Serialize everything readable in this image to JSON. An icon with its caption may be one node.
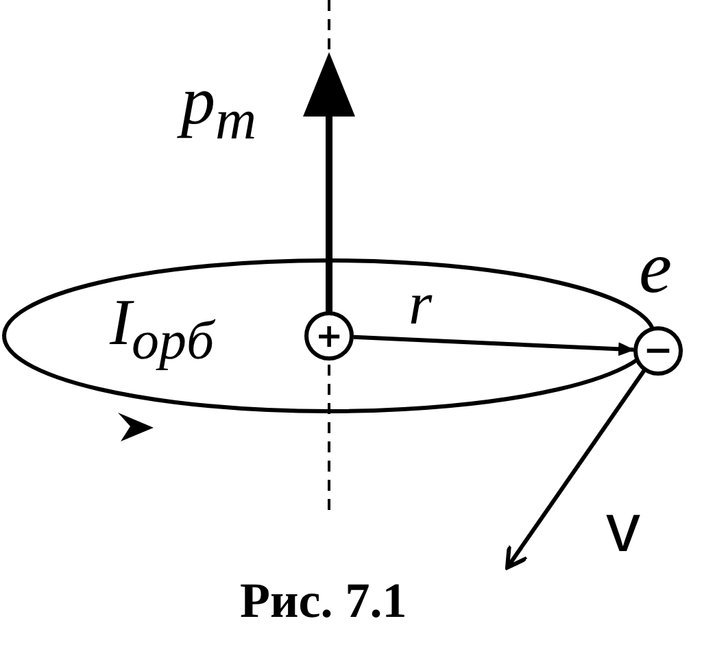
{
  "diagram": {
    "caption": "Рис. 7.1",
    "nodes": [
      {
        "text": [
          "+"
        ]
      },
      {
        "text": [
          "−"
        ]
      }
    ],
    "edges": [
      {
        "from": 0,
        "to": 1,
        "arrow": "to",
        "label": "r"
      }
    ],
    "labels": [
      "p$_{m}$",
      "e",
      "I$_{орб}$",
      "v"
    ]
  }
}
